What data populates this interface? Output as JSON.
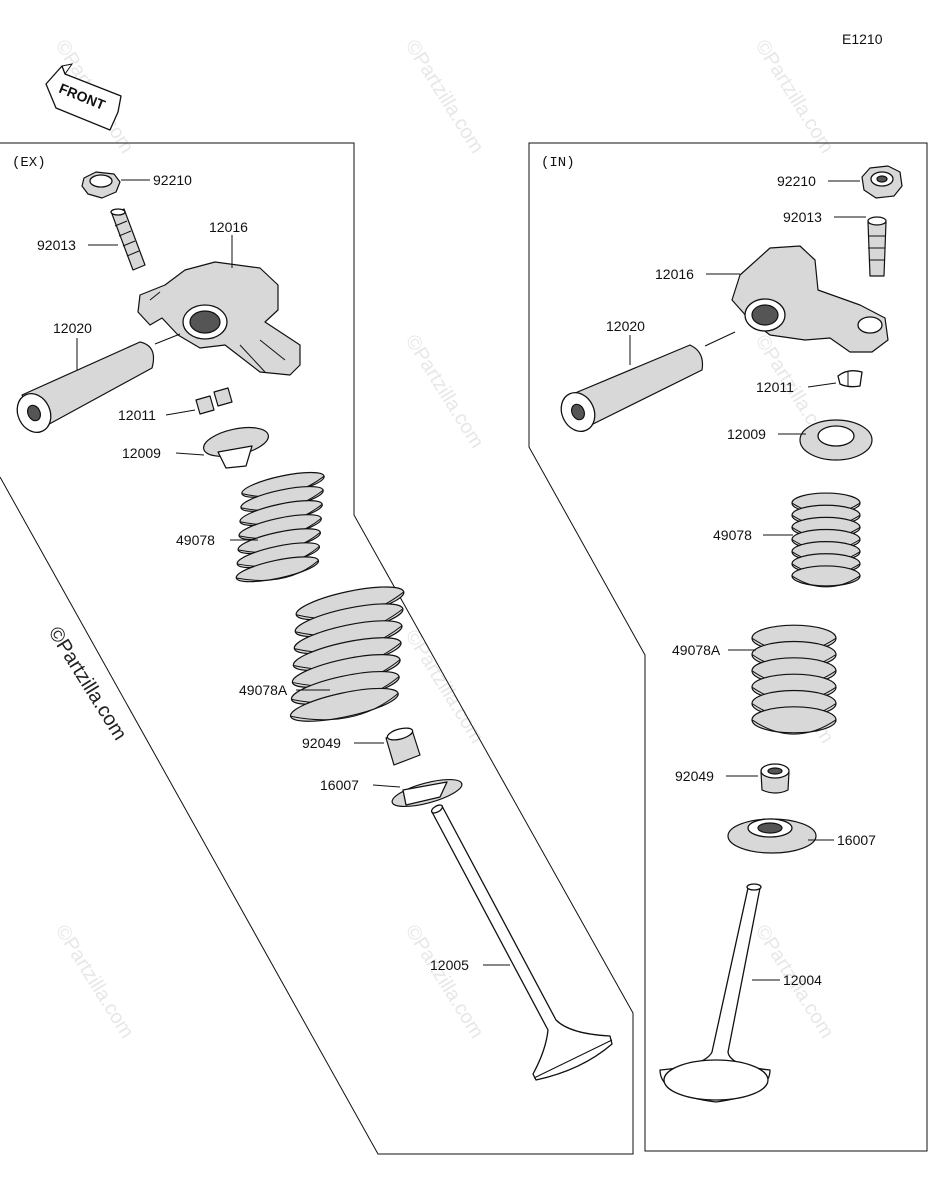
{
  "diagram_code": "E1210",
  "front_label": "FRONT",
  "sections": {
    "ex": "(EX)",
    "in": "(IN)"
  },
  "watermark": "©Partzilla.com",
  "ex_parts": {
    "p92210": "92210",
    "p92013": "92013",
    "p12016": "12016",
    "p12020": "12020",
    "p12011": "12011",
    "p12009": "12009",
    "p49078": "49078",
    "p49078a": "49078A",
    "p92049": "92049",
    "p16007": "16007",
    "p12005": "12005"
  },
  "in_parts": {
    "p92210": "92210",
    "p92013": "92013",
    "p12016": "12016",
    "p12020": "12020",
    "p12011": "12011",
    "p12009": "12009",
    "p49078": "49078",
    "p49078a": "49078A",
    "p92049": "92049",
    "p16007": "16007",
    "p12004": "12004"
  }
}
